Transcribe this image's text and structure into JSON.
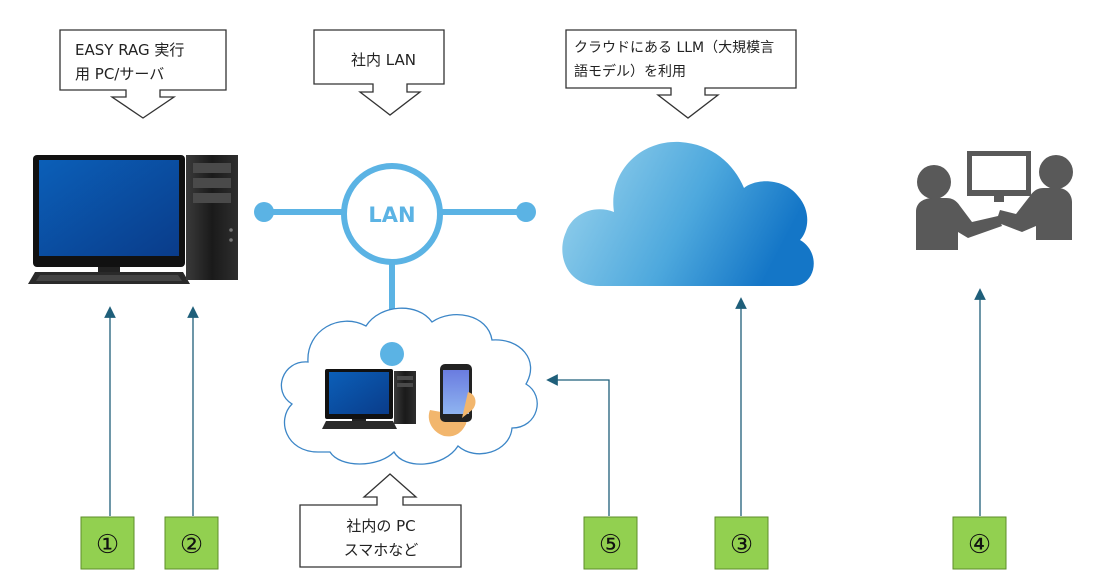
{
  "callouts": {
    "server": {
      "line1": "EASY  RAG  実行",
      "line2": "用 PC/サーバ"
    },
    "lan": {
      "line1": "社内 LAN"
    },
    "cloud": {
      "line1": "クラウドにある LLM（大規模言",
      "line2": "語モデル）を利用"
    },
    "devices": {
      "line1": "社内の PC",
      "line2": "スマホなど"
    }
  },
  "hub": {
    "label": "LAN"
  },
  "markers": [
    "①",
    "②",
    "⑤",
    "③",
    "④"
  ],
  "colors": {
    "lan_blue": "#5BB3E4",
    "cloud_outline": "#3C86C7",
    "arrow": "#1F5F7A",
    "marker_fill": "#92D050",
    "marker_border": "#5E8E2A",
    "callout_border": "#333333",
    "person_gray": "#595959"
  },
  "icons": {
    "server": "desktop-pc-tower-icon",
    "cloud": "cloud-icon",
    "users": "two-people-with-monitor-icon",
    "devices": "pc-and-smartphone-icon"
  }
}
